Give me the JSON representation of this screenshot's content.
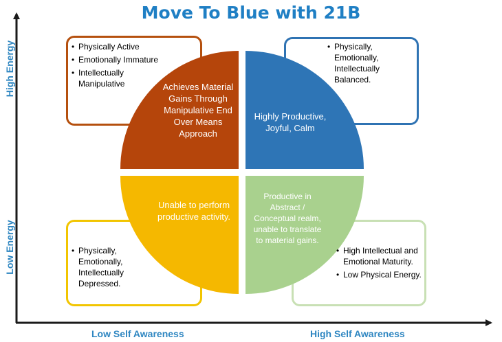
{
  "title": "Move To Blue with 21B",
  "axes": {
    "y_high": "High Energy",
    "y_low": "Low Energy",
    "x_low": "Low Self Awareness",
    "x_high": "High Self Awareness"
  },
  "colors": {
    "title": "#1f7fc4",
    "axis_label": "#2e86c1",
    "quadrant_top_left": "#b5450b",
    "quadrant_top_right": "#2e75b6",
    "quadrant_bottom_left": "#f5b800",
    "quadrant_bottom_right": "#a9d18e"
  },
  "quadrants": {
    "top_left": {
      "text": "Achieves Material Gains Through Manipulative End Over Means Approach",
      "bullets": [
        "Physically Active",
        "Emotionally Immature",
        "Intellectually Manipulative"
      ]
    },
    "top_right": {
      "text": "Highly Productive, Joyful, Calm",
      "bullets": [
        "Physically, Emotionally, Intellectually Balanced."
      ]
    },
    "bottom_left": {
      "text": "Unable to perform productive activity.",
      "bullets": [
        "Physically, Emotionally, Intellectually Depressed."
      ]
    },
    "bottom_right": {
      "text": "Productive in Abstract / Conceptual realm, unable to translate to material gains.",
      "bullets": [
        "High Intellectual and Emotional Maturity.",
        "Low Physical Energy."
      ]
    }
  }
}
